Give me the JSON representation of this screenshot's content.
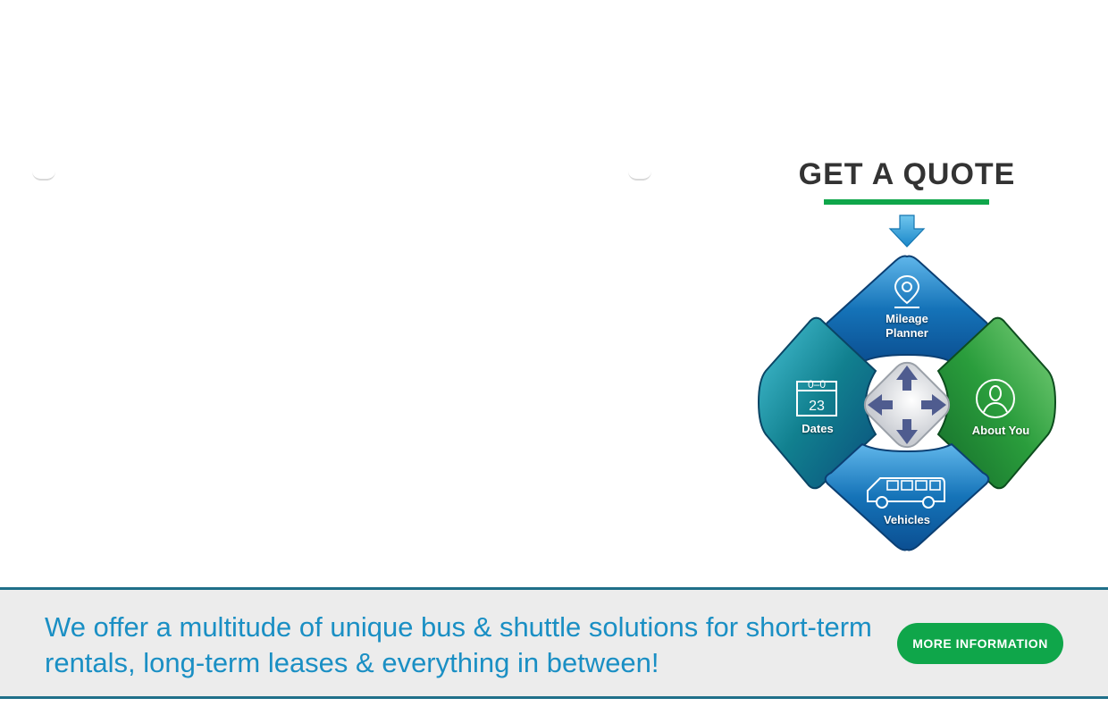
{
  "quote": {
    "title": "GET A QUOTE"
  },
  "menu": {
    "tiles": [
      {
        "label_line1": "Mileage",
        "label_line2": "Planner",
        "icon": "map-pin-icon"
      },
      {
        "label": "Dates",
        "icon": "calendar-icon",
        "calendar_top": "0–0",
        "calendar_day": "23"
      },
      {
        "label": "About You",
        "icon": "user-icon"
      },
      {
        "label": "Vehicles",
        "icon": "van-icon"
      }
    ],
    "center_icon": "move-arrows-icon"
  },
  "banner": {
    "text": "We offer a multitude of unique bus & shuttle solutions for short-term rentals, long-term leases & everything in between!",
    "button_label": "MORE INFORMATION"
  },
  "colors": {
    "accent_green": "#0fa64a",
    "banner_text": "#1a8fc4",
    "banner_border": "#1f6f89",
    "tile_blue": "#1573b8",
    "tile_teal": "#11808f",
    "tile_green": "#2a9d3c"
  }
}
